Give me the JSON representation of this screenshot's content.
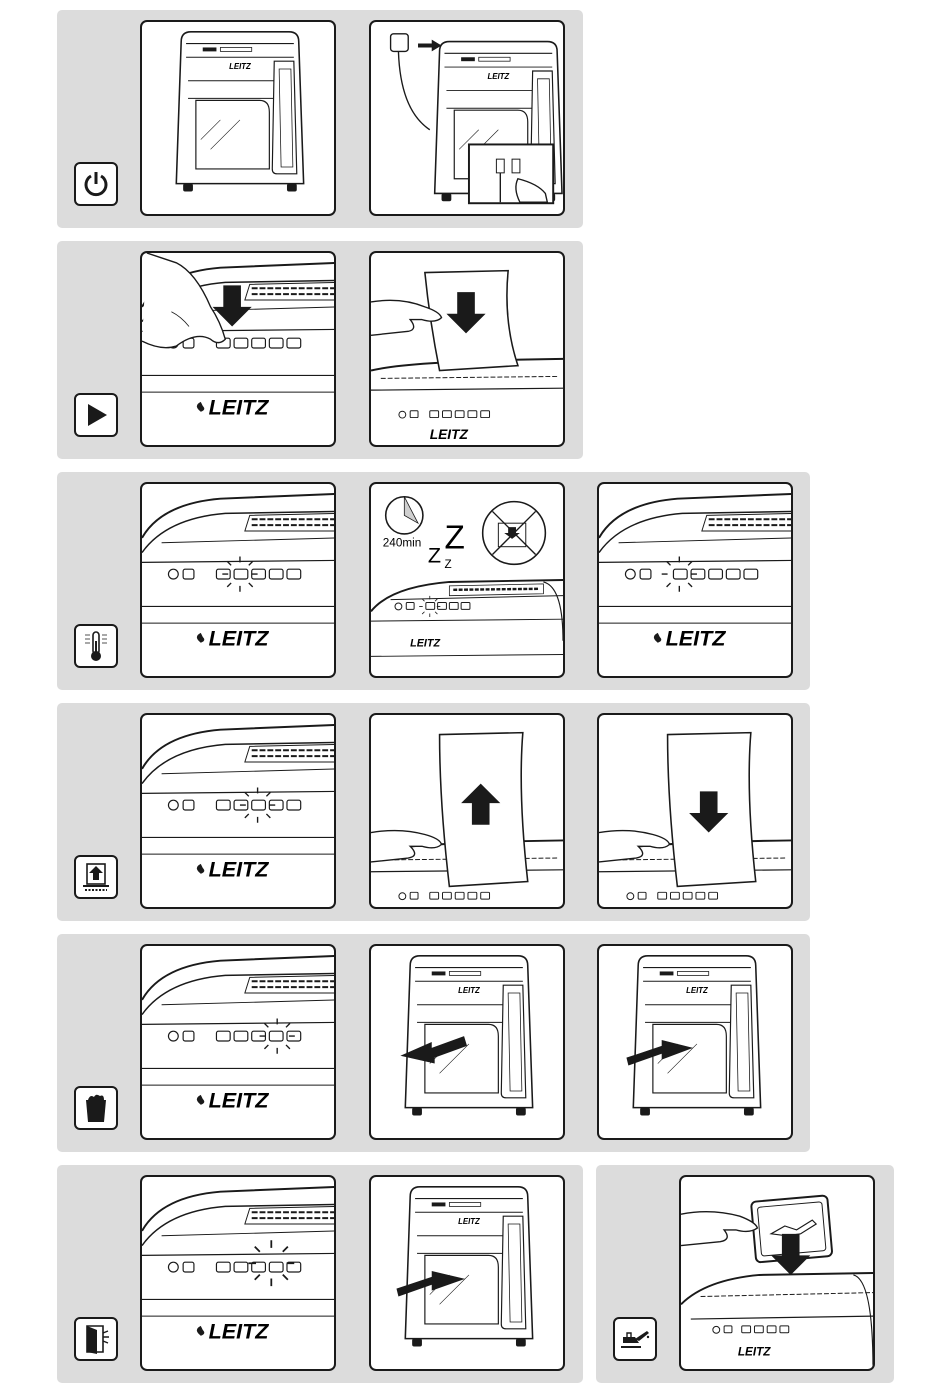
{
  "brand": "LEITZ",
  "sleep_panel": {
    "timer_label": "240min",
    "z_large": "Z",
    "z_mid": "Z",
    "z_small": "Z"
  },
  "steps": [
    {
      "id": "power",
      "icon": "power-icon",
      "panels": [
        "shredder-full-view",
        "plug-in-and-switch-on"
      ]
    },
    {
      "id": "start",
      "icon": "play-icon",
      "panels": [
        "press-start-button",
        "insert-paper"
      ]
    },
    {
      "id": "overheat",
      "icon": "thermometer-icon",
      "panels": [
        "overheat-led-blinking",
        "auto-sleep-240min",
        "led-resume"
      ]
    },
    {
      "id": "paper-jam",
      "icon": "paper-reverse-icon",
      "panels": [
        "jam-led-blinking",
        "remove-paper",
        "reinsert-paper"
      ]
    },
    {
      "id": "bin-full",
      "icon": "bin-full-icon",
      "panels": [
        "bin-led-blinking",
        "pull-bin-out",
        "push-bin-in"
      ]
    },
    {
      "id": "door-open",
      "icon": "door-open-icon",
      "panels": [
        "door-led-blinking",
        "close-bin"
      ]
    },
    {
      "id": "oil",
      "icon": "oil-can-icon",
      "panels": [
        "oil-sheet-insert"
      ]
    }
  ]
}
